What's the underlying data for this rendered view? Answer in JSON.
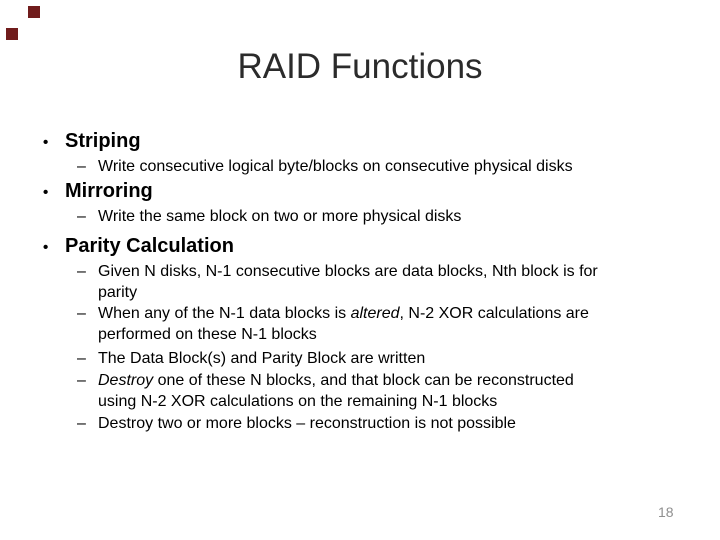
{
  "slide": {
    "title": "RAID Functions",
    "page_number": "18",
    "bullet_char": "•",
    "dash_char": "–",
    "colors": {
      "title": "#2b2b2b",
      "body": "#000000",
      "page_number": "#8f8f8f",
      "corner_accent": "#701c1c"
    },
    "sections": [
      {
        "title": "Striping",
        "items": [
          {
            "runs": [
              {
                "text": "Write consecutive logical byte/blocks on consecutive physical disks"
              }
            ]
          }
        ]
      },
      {
        "title": "Mirroring",
        "items": [
          {
            "runs": [
              {
                "text": "Write the same block on two or more physical disks"
              }
            ]
          }
        ]
      },
      {
        "title": "Parity Calculation",
        "items": [
          {
            "runs": [
              {
                "text": "Given N disks, N-1 consecutive blocks are data blocks, Nth block is for"
              },
              {
                "br": true
              },
              {
                "text": "parity"
              }
            ]
          },
          {
            "runs": [
              {
                "text": "When any of the N-1 data blocks is "
              },
              {
                "text": "altered",
                "italic": true
              },
              {
                "text": ", N-2 XOR calculations are"
              },
              {
                "br": true
              },
              {
                "text": "performed on these N-1 blocks"
              }
            ]
          },
          {
            "runs": [
              {
                "text": "The Data Block(s) and Parity Block are written"
              }
            ]
          },
          {
            "runs": [
              {
                "text": "Destroy",
                "italic": true
              },
              {
                "text": " one of these N blocks, and that block can be reconstructed"
              },
              {
                "br": true
              },
              {
                "text": "using N-2 XOR calculations on the remaining N-1 blocks"
              }
            ]
          },
          {
            "runs": [
              {
                "text": "Destroy two or more blocks – reconstruction is not possible"
              }
            ]
          }
        ]
      }
    ]
  }
}
